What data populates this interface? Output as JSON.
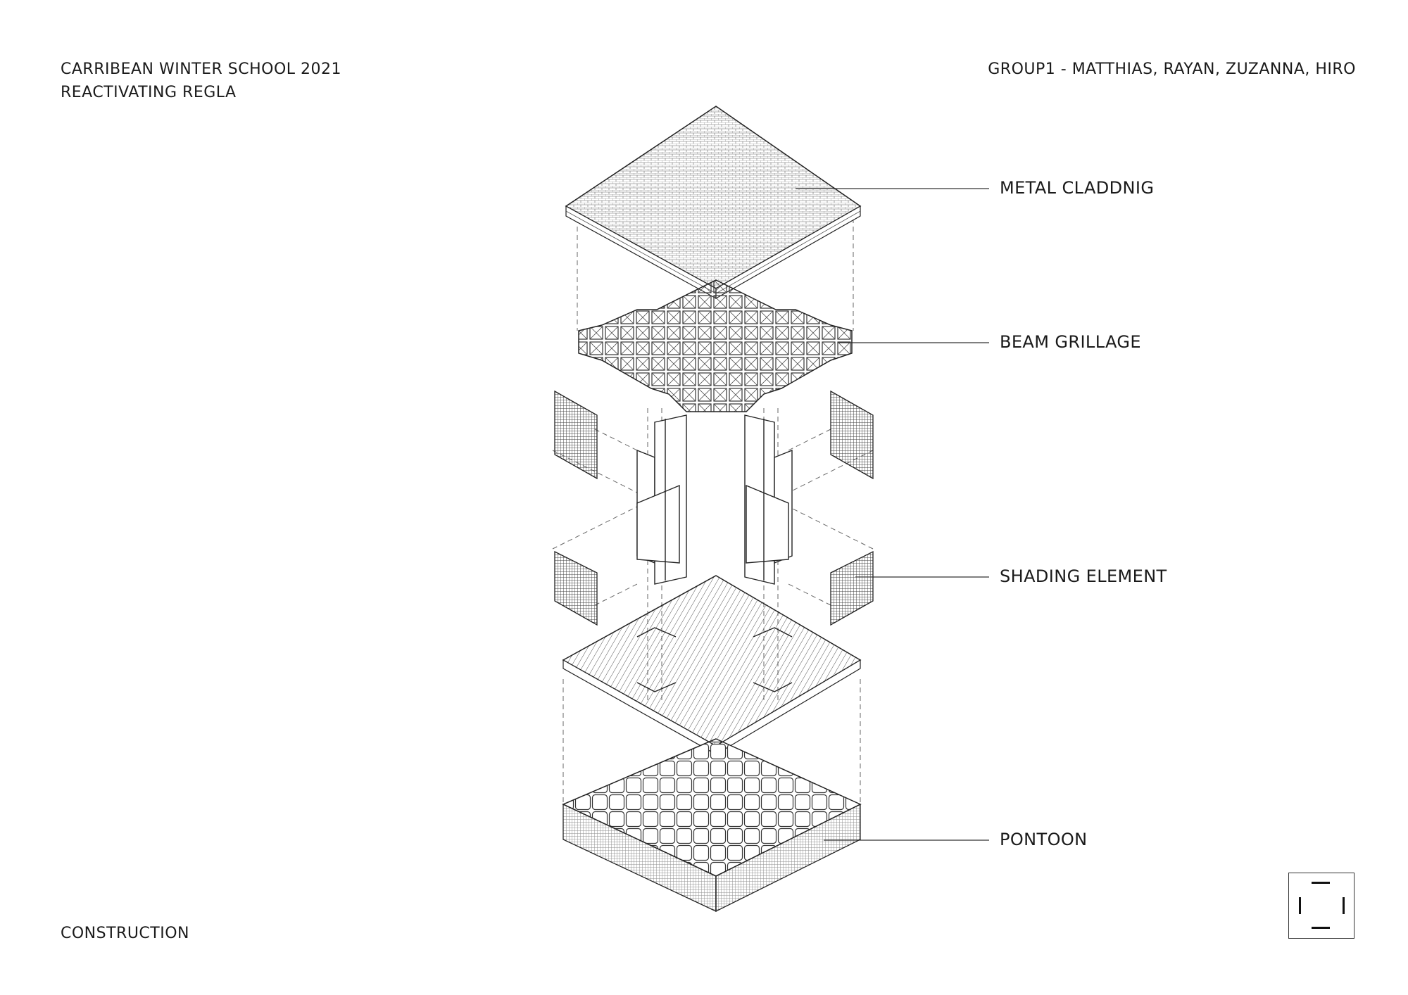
{
  "header": {
    "project": "CARRIBEAN WINTER SCHOOL 2021",
    "subtitle": "REACTIVATING REGLA",
    "team": "GROUP1 - MATTHIAS, RAYAN, ZUZANNA, HIRO"
  },
  "footer": {
    "sheet": "CONSTRUCTION"
  },
  "diagram": {
    "type": "exploded-axonometric",
    "layers": [
      {
        "id": "cladding",
        "label": "METAL CLADDNIG"
      },
      {
        "id": "grillage",
        "label": "BEAM GRILLAGE"
      },
      {
        "id": "shading",
        "label": "SHADING ELEMENT"
      },
      {
        "id": "pontoon",
        "label": "PONTOON"
      }
    ],
    "line_color": "#333333",
    "logo_icon": "bracket-square-logo-icon"
  }
}
